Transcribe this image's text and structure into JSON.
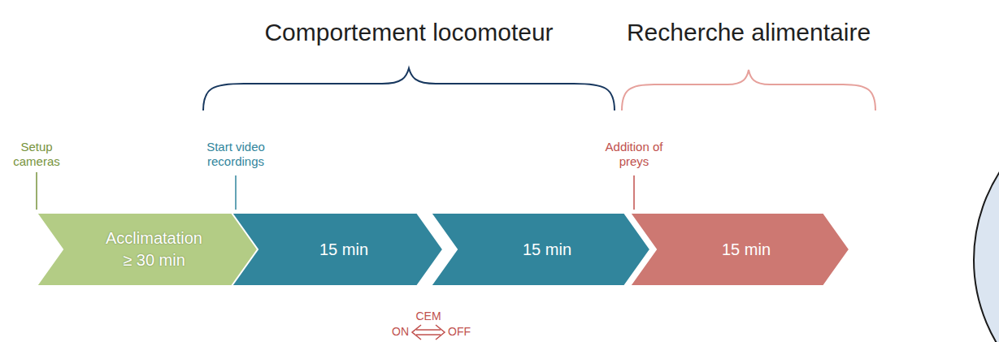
{
  "diagram": {
    "nodes": [
      {
        "text": [
          "Acclimatation",
          "≥ 30 min"
        ]
      },
      {
        "text": [
          "15 min"
        ]
      },
      {
        "text": [
          "15 min"
        ]
      },
      {
        "text": [
          "15 min"
        ]
      }
    ],
    "labels": [
      "Comportement locomoteur",
      "Recherche alimentaire",
      "Setup cameras",
      "Start video recordings",
      "Addition of preys",
      "CEM",
      "ON",
      "OFF"
    ]
  }
}
